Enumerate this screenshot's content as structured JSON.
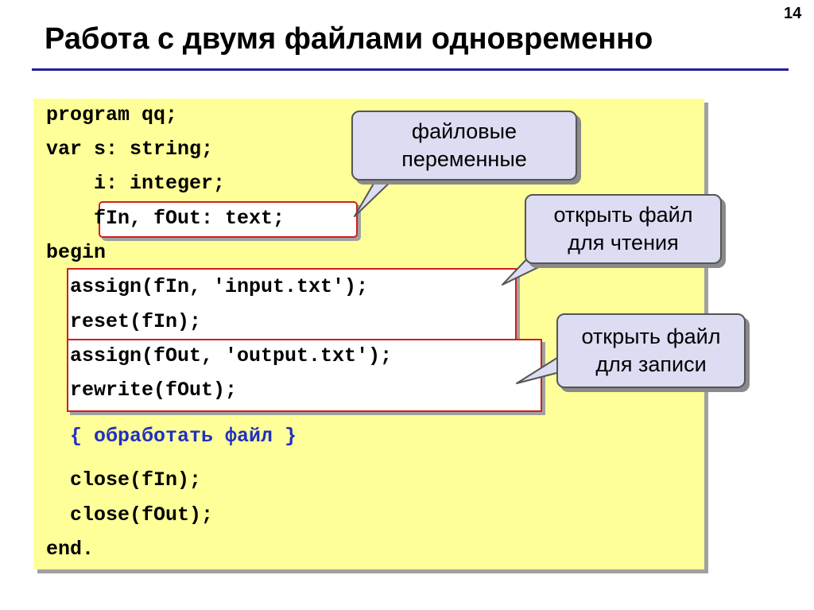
{
  "slide": {
    "number": "14",
    "title": "Работа с двумя файлами одновременно"
  },
  "code": {
    "lines": [
      "program qq;",
      "var s: string;",
      "    i: integer;",
      "    fIn, fOut: text;",
      "begin",
      "  assign(fIn, 'input.txt');",
      "  reset(fIn);",
      "  assign(fOut, 'output.txt');",
      "  rewrite(fOut);",
      "  { обработать файл }",
      "  close(fIn);",
      "  close(fOut);",
      "end."
    ]
  },
  "callouts": {
    "file_vars": {
      "line1": "файловые",
      "line2": "переменные"
    },
    "open_read": {
      "line1": "открыть файл",
      "line2": "для чтения"
    },
    "open_write": {
      "line1": "открыть файл",
      "line2": "для записи"
    }
  },
  "colors": {
    "panel_background": "#ffff99",
    "highlight_border": "#cc2020",
    "callout_fill": "#dcdcf2",
    "title_rule": "#1f1f9e",
    "comment_text": "#2030c0"
  }
}
